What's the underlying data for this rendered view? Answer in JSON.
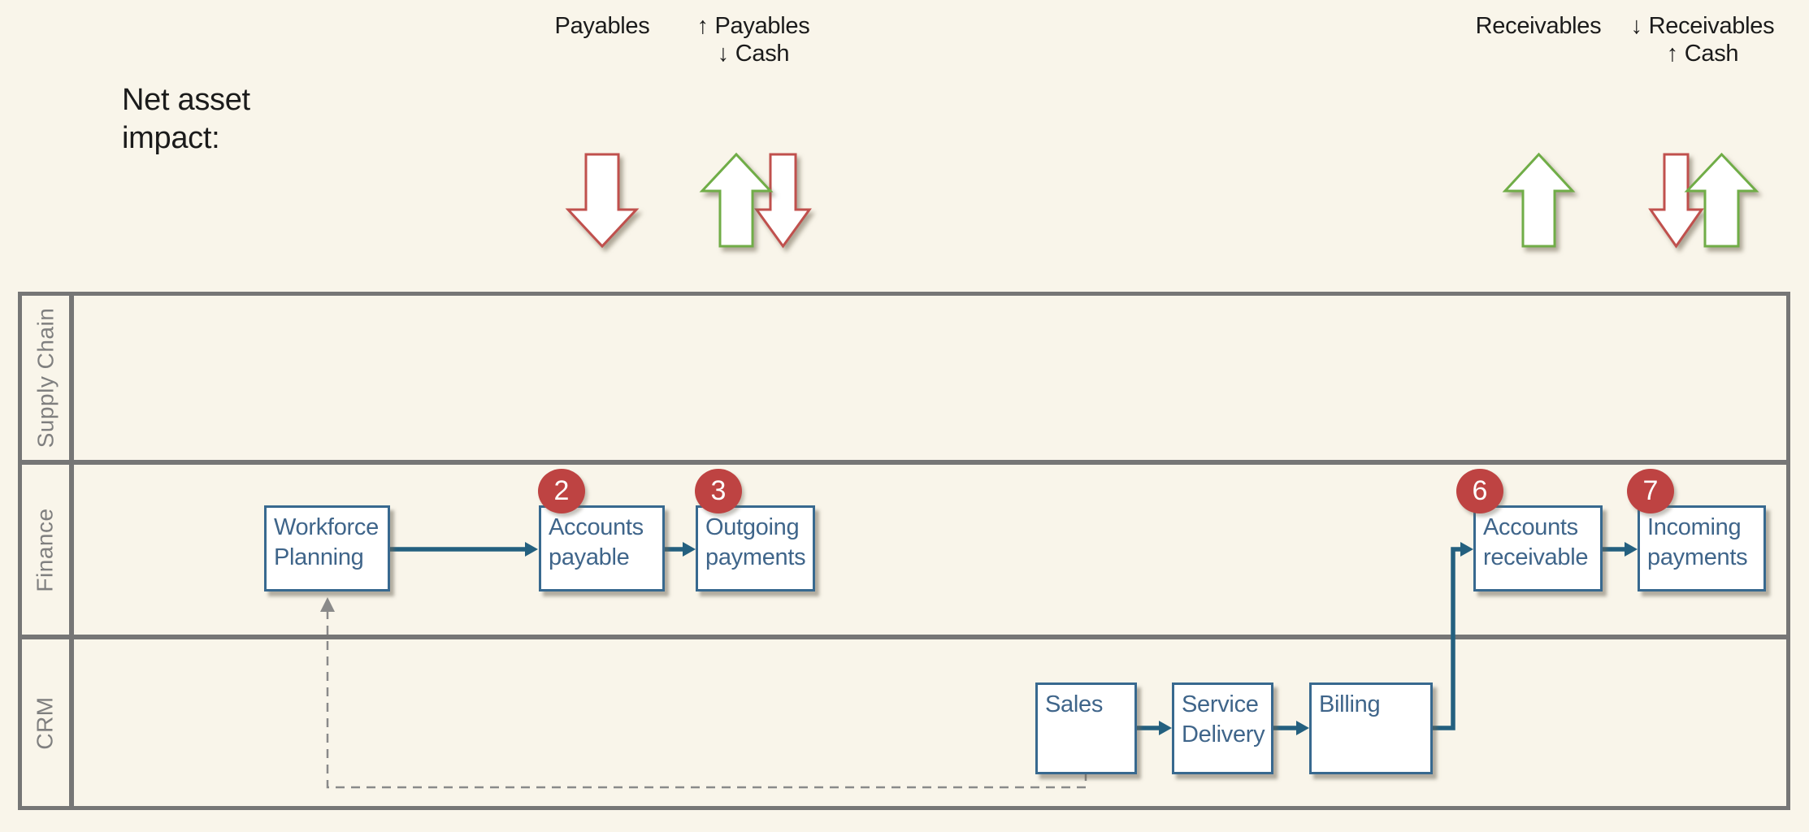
{
  "title": "Net asset\nimpact:",
  "top_labels": {
    "payables": "Payables",
    "payables_impact": [
      "↑ Payables",
      "↓ Cash"
    ],
    "receivables": "Receivables",
    "receivables_impact": [
      "↓ Receivables",
      "↑ Cash"
    ]
  },
  "impact_arrows": [
    {
      "position": "under-payables",
      "arrows": [
        {
          "direction": "down",
          "color": "red"
        }
      ]
    },
    {
      "position": "under-payables-impact",
      "arrows": [
        {
          "direction": "up",
          "color": "green"
        },
        {
          "direction": "down",
          "color": "red"
        }
      ]
    },
    {
      "position": "under-receivables",
      "arrows": [
        {
          "direction": "up",
          "color": "green"
        }
      ]
    },
    {
      "position": "under-receivables-impact",
      "arrows": [
        {
          "direction": "down",
          "color": "red"
        },
        {
          "direction": "up",
          "color": "green"
        }
      ]
    }
  ],
  "lanes": [
    {
      "label": "Supply Chain"
    },
    {
      "label": "Finance"
    },
    {
      "label": "CRM"
    }
  ],
  "nodes": [
    {
      "label": "Workforce Planning",
      "lane": "Finance",
      "badge": null
    },
    {
      "label": "Accounts payable",
      "lane": "Finance",
      "badge": "2"
    },
    {
      "label": "Outgoing payments",
      "lane": "Finance",
      "badge": "3"
    },
    {
      "label": "Accounts receivable",
      "lane": "Finance",
      "badge": "6"
    },
    {
      "label": "Incoming payments",
      "lane": "Finance",
      "badge": "7"
    },
    {
      "label": "Sales",
      "lane": "CRM",
      "badge": null
    },
    {
      "label": "Service Delivery",
      "lane": "CRM",
      "badge": null
    },
    {
      "label": "Billing",
      "lane": "CRM",
      "badge": null
    }
  ],
  "edges": [
    {
      "from": "Workforce Planning",
      "to": "Accounts payable",
      "style": "solid"
    },
    {
      "from": "Accounts payable",
      "to": "Outgoing payments",
      "style": "solid"
    },
    {
      "from": "Sales",
      "to": "Service Delivery",
      "style": "solid"
    },
    {
      "from": "Service Delivery",
      "to": "Billing",
      "style": "solid"
    },
    {
      "from": "Billing",
      "to": "Accounts receivable",
      "style": "solid"
    },
    {
      "from": "Accounts receivable",
      "to": "Incoming payments",
      "style": "solid"
    },
    {
      "from": "Sales",
      "to": "Workforce Planning",
      "style": "dashed"
    }
  ],
  "colors": {
    "background": "#F9F5EA",
    "lane_border": "#767676",
    "lane_label": "#7F7F7F",
    "box_border": "#38698F",
    "box_text": "#3F658A",
    "connector": "#24607F",
    "dashed_connector": "#8A8A8A",
    "badge_bg": "#BE4342",
    "badge_text": "#FFFFFF",
    "arrow_up_outline": "#70AD47",
    "arrow_down_outline": "#C0504D",
    "title_text": "#1B1B1B"
  }
}
